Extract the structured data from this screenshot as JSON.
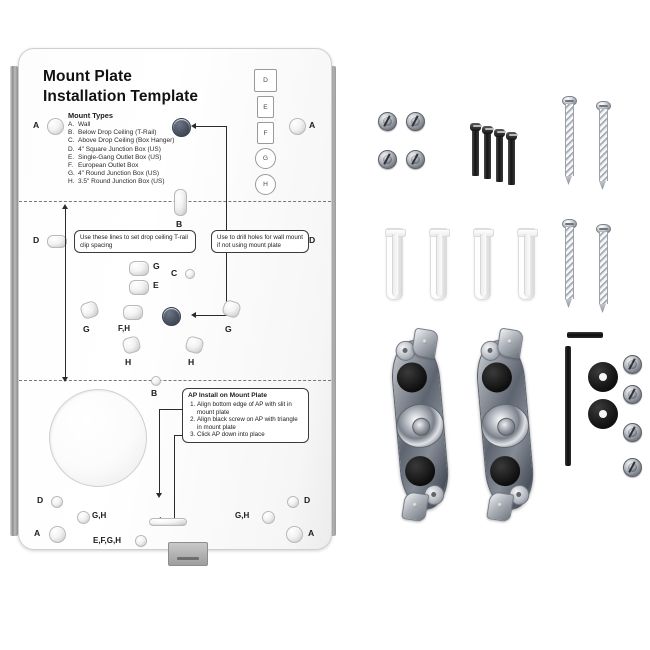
{
  "product": {
    "title_line1": "Mount Plate",
    "title_line2": "Installation Template"
  },
  "mount_types": {
    "heading": "Mount Types",
    "items": [
      {
        "key": "A.",
        "label": "Wall"
      },
      {
        "key": "B.",
        "label": "Below Drop Ceiling (T-Rail)"
      },
      {
        "key": "C.",
        "label": "Above Drop Ceiling (Box Hanger)"
      },
      {
        "key": "D.",
        "label": "4\" Square Junction Box (US)"
      },
      {
        "key": "E.",
        "label": "Single-Gang Outlet Box (US)"
      },
      {
        "key": "F.",
        "label": "European Outlet Box"
      },
      {
        "key": "G.",
        "label": "4\" Round Junction Box (US)"
      },
      {
        "key": "H.",
        "label": "3.5\" Round Junction Box (US)"
      }
    ]
  },
  "badges": [
    {
      "label": "D",
      "shape": "square"
    },
    {
      "label": "E",
      "shape": "rounded"
    },
    {
      "label": "F",
      "shape": "rounded"
    },
    {
      "label": "G",
      "shape": "circle"
    },
    {
      "label": "H",
      "shape": "circle"
    }
  ],
  "callouts": {
    "trail": "Use these lines to set drop ceiling T-rail clip spacing",
    "drill": "Use to drill holes for wall mount if not using mount plate",
    "ap_install": {
      "title": "AP Install on Mount Plate",
      "steps": [
        "Align bottom edge of AP with slit in mount plate",
        "Align black screw on AP with triangle in mount plate",
        "Click AP down into place"
      ]
    }
  },
  "hole_labels": {
    "a_left": "A",
    "a_right": "A",
    "d_left": "D",
    "d_right": "D",
    "b_top": "B",
    "b_bottom": "B",
    "c": "C",
    "g_upper": "G",
    "e": "E",
    "g_left": "G",
    "fh": "F,H",
    "g_right": "G",
    "h_left": "H",
    "h_right": "H",
    "d_bl": "D",
    "d_br": "D",
    "gh_left": "G,H",
    "gh_right": "G,H",
    "a_bl": "A",
    "a_br": "A",
    "efgh": "E,F,G,H"
  },
  "hardware": {
    "groups": [
      {
        "name": "machine-screws",
        "count": 4,
        "color": "#7e838c"
      },
      {
        "name": "black-bolts",
        "count": 4,
        "color": "#141414"
      },
      {
        "name": "long-screws-top",
        "count": 2,
        "color": "#9aa0a8"
      },
      {
        "name": "wall-anchors",
        "count": 4,
        "color": "#ffffff"
      },
      {
        "name": "long-screws-bottom",
        "count": 2,
        "color": "#9aa0a8"
      },
      {
        "name": "t-rail-clips",
        "count": 2,
        "color": "#5e646f"
      },
      {
        "name": "hex-key",
        "count": 1,
        "color": "#0d0d0d"
      },
      {
        "name": "rubber-washers",
        "count": 2,
        "color": "#151515"
      },
      {
        "name": "small-screws-column",
        "count": 4,
        "color": "#7e838c"
      }
    ]
  },
  "colors": {
    "background": "#ffffff",
    "plate": "#fafafa",
    "metal": "#8d8d8d",
    "ink": "#1a1a1a"
  }
}
